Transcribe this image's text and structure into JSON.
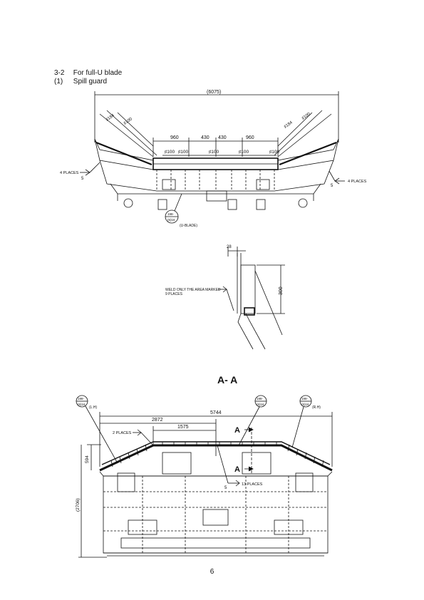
{
  "section": {
    "number": "3-2",
    "title": "For full-U blade",
    "subsection_number": "(1)",
    "subsection_title": "Spill guard"
  },
  "top_view": {
    "overall_dim": "(6075)",
    "dims_top": [
      "960",
      "430",
      "430",
      "960"
    ],
    "pitch_labels": [
      "♯100",
      "♯100",
      "♯100",
      "♯100",
      "♯100"
    ],
    "left_pitch": [
      "♯184",
      "♯100"
    ],
    "right_pitch": [
      "♯184",
      "♯100"
    ],
    "left_note": "4 PLACES",
    "right_note": "4 PLACES",
    "weld_size": "5",
    "callout_id": "198-",
    "callout_sub": "(6)16",
    "callout_label": "(U-BLADE)"
  },
  "section_view": {
    "top_dim": "28",
    "height_dim": "300",
    "note_line1": "WELD ONLY THE AREA MARKED",
    "note_line2": "9 PLACES"
  },
  "aa_title": "A- A",
  "front_view": {
    "dim_overall": "5744",
    "dim_left": "2872",
    "dim_inner": "1575",
    "dim_height": "594",
    "dim_total_height": "(2706)",
    "section_mark": "A",
    "left_note": "2 PLACES",
    "center_note": "13 PLACES",
    "weld_size": "5",
    "callouts": [
      {
        "id": "198-",
        "sub": "(6)16",
        "side": "(L.H)"
      },
      {
        "id": "198-",
        "sub": "(6)16",
        "side": ""
      },
      {
        "id": "198-",
        "sub": "(6)16",
        "side": "(R.H)"
      }
    ]
  },
  "page_number": "6"
}
